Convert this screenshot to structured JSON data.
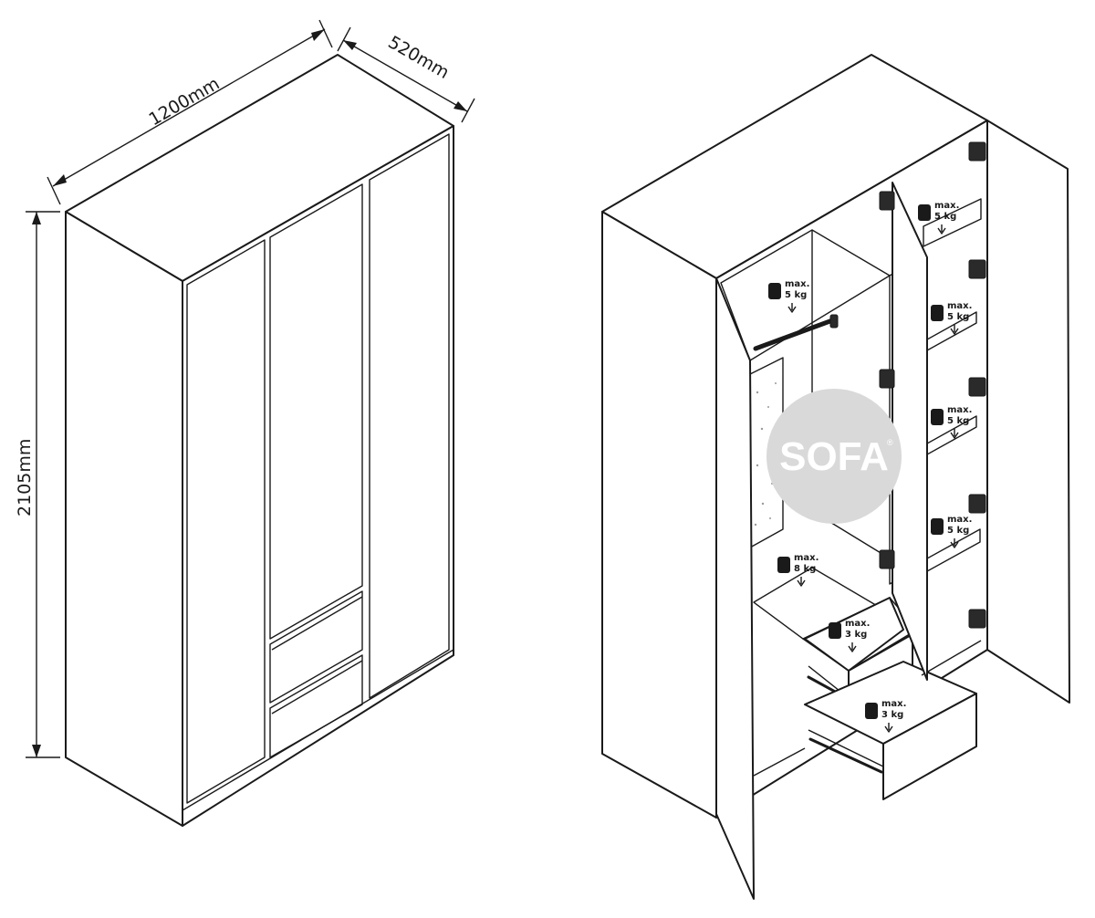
{
  "dimensions": {
    "width": "1200mm",
    "depth": "520mm",
    "height": "2105mm"
  },
  "load_labels": [
    {
      "id": "top-left",
      "line1": "max.",
      "line2": "5 kg"
    },
    {
      "id": "top-right",
      "line1": "max.",
      "line2": "5 kg"
    },
    {
      "id": "shelf-1",
      "line1": "max.",
      "line2": "5 kg"
    },
    {
      "id": "shelf-2",
      "line1": "max.",
      "line2": "5 kg"
    },
    {
      "id": "shelf-3",
      "line1": "max.",
      "line2": "5 kg"
    },
    {
      "id": "base",
      "line1": "max.",
      "line2": "8 kg"
    },
    {
      "id": "drawer-upper",
      "line1": "max.",
      "line2": "3 kg"
    },
    {
      "id": "drawer-lower",
      "line1": "max.",
      "line2": "3 kg"
    }
  ],
  "watermark": {
    "text": "SOFA",
    "registered": "®",
    "color": "#d9d9d9"
  },
  "colors": {
    "line": "#1a1a1a",
    "background": "#ffffff"
  }
}
